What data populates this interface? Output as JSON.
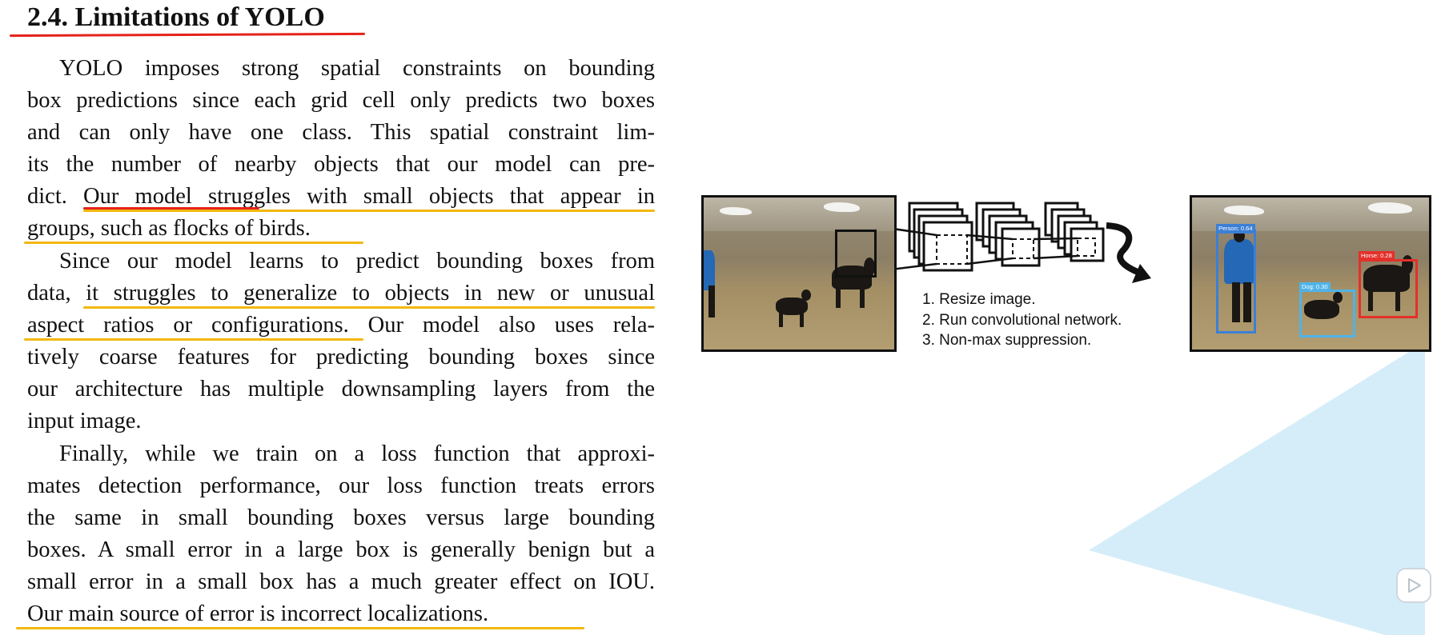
{
  "section": {
    "heading": "2.4. Limitations of YOLO",
    "paragraphs": [
      {
        "lines": [
          "YOLO imposes strong spatial constraints on bounding",
          "box predictions since each grid cell only predicts two boxes",
          "and can only have one class.  This spatial constraint lim-",
          "its the number of nearby objects that our model can pre-",
          "dict. Our model struggles with small objects that appear in",
          "groups, such as flocks of birds."
        ]
      },
      {
        "lines": [
          "Since our model learns to predict bounding boxes from",
          "data, it struggles to generalize to objects in new or unusual",
          "aspect ratios or configurations.  Our model also uses rela-",
          "tively coarse features for predicting bounding boxes since",
          "our architecture has multiple downsampling layers from the",
          "input image."
        ]
      },
      {
        "lines": [
          "Finally, while we train on a loss function that approxi-",
          "mates detection performance, our loss function treats errors",
          "the same in small bounding boxes versus large bounding",
          "boxes.  A small error in a large box is generally benign but a",
          "small error in a small box has a much greater effect on IOU.",
          "Our main source of error is incorrect localizations."
        ]
      }
    ]
  },
  "figure": {
    "steps": [
      "1. Resize image.",
      "2. Run convolutional network.",
      "3. Non-max suppression."
    ],
    "detections": [
      {
        "label": "Person: 0.64",
        "color": "#3b7fd6"
      },
      {
        "label": "Horse: 0.28",
        "color": "#e4302a"
      },
      {
        "label": "Dog: 0.30",
        "color": "#4fb3e8"
      }
    ]
  },
  "colors": {
    "heading_underline": "#e4221b",
    "highlight": "#f2b80c",
    "beam": "#cdeaf8"
  },
  "player": {
    "icon": "play-icon"
  }
}
